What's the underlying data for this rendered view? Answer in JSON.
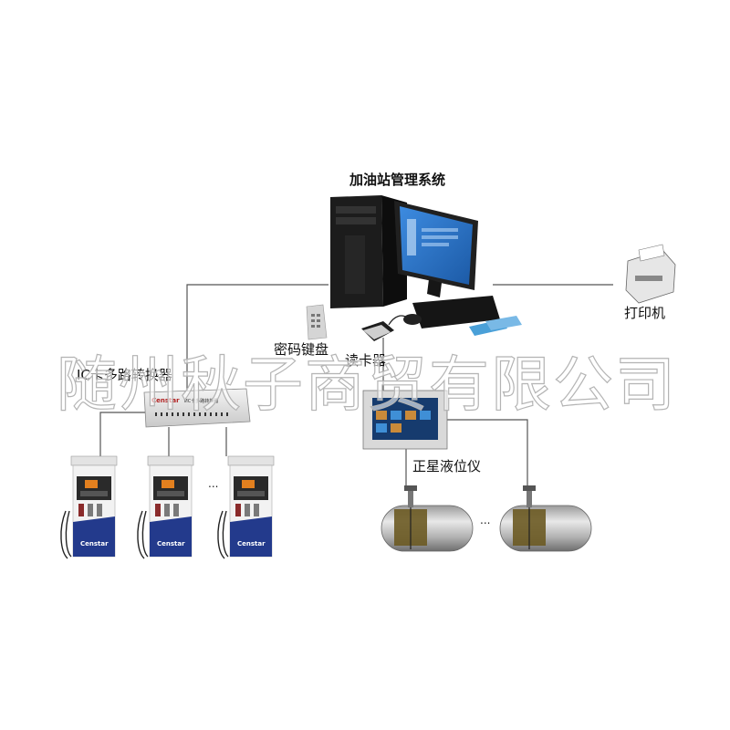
{
  "labels": {
    "management_system": "加油站管理系统",
    "printer": "打印机",
    "pin_keypad": "密码键盘",
    "card_reader": "读卡器",
    "ic_converter": "IC卡多路转换器",
    "level_gauge": "正星液位仪"
  },
  "watermark": "随州秋子商贸有限公司",
  "dispenser_brand": "Censtar",
  "converter_brand": "Censtar",
  "converter_model": "ИС卡多路转换器",
  "ellipsis": "...",
  "colors": {
    "line": "#555555",
    "monitor_screen": "#2c76c9",
    "dispenser_blue": "#233a8c",
    "tank_body": "#b9b9b9",
    "fuel_level": "#6b5a22",
    "watermark_stroke": "#b4b4b4"
  }
}
